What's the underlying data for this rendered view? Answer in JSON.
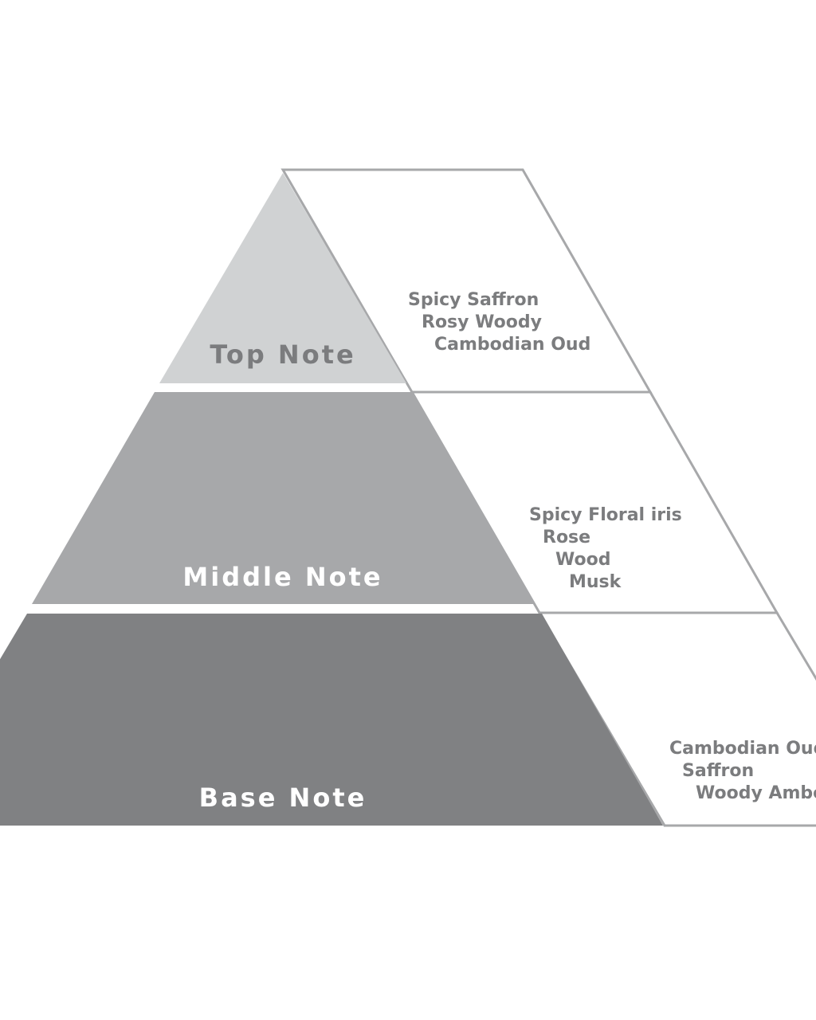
{
  "colors": {
    "top_fill": "#d0d2d3",
    "middle_fill": "#a7a8aa",
    "base_fill": "#808183",
    "outline": "#a7a8aa",
    "top_label": "#7b7c7e",
    "light_label": "#ffffff",
    "ingredient_text": "#7b7c7e"
  },
  "tiers": [
    {
      "label": "Top Note",
      "notes": [
        "Spicy Saffron",
        "Rosy Woody",
        "Cambodian Oud"
      ]
    },
    {
      "label": "Middle Note",
      "notes": [
        "Spicy Floral iris",
        "Rose",
        "Wood",
        "Musk"
      ]
    },
    {
      "label": "Base Note",
      "notes": [
        "Cambodian Oud",
        "Saffron",
        "Woody Amber"
      ]
    }
  ]
}
